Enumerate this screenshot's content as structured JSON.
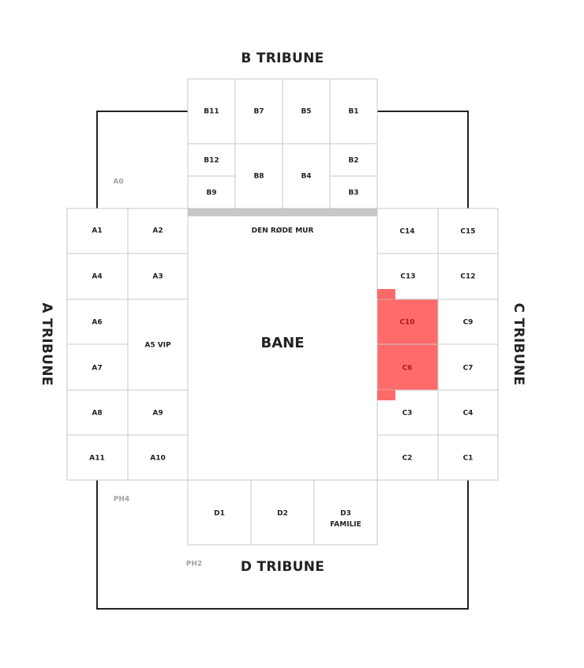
{
  "tribunes": {
    "a": "A TRIBUNE",
    "b": "B TRIBUNE",
    "c": "C TRIBUNE",
    "d": "D TRIBUNE"
  },
  "field": {
    "label": "BANE",
    "wall_label": "DEN RØDE MUR"
  },
  "outer_labels": {
    "a0": "A0",
    "ph4": "PH4",
    "ph2": "PH2"
  },
  "selected_color": "#ff6b6b",
  "sections": {
    "B11": "B11",
    "B7": "B7",
    "B5": "B5",
    "B1": "B1",
    "B12": "B12",
    "B9": "B9",
    "B8": "B8",
    "B4": "B4",
    "B2": "B2",
    "B3": "B3",
    "A1": "A1",
    "A2": "A2",
    "A4": "A4",
    "A3": "A3",
    "A6": "A6",
    "A5": "A5 VIP",
    "A7": "A7",
    "A8": "A8",
    "A9": "A9",
    "A11": "A11",
    "A10": "A10",
    "C14": "C14",
    "C15": "C15",
    "C13": "C13",
    "C12": "C12",
    "C10": "C10",
    "C9": "C9",
    "C6": "C6",
    "C7": "C7",
    "C3": "C3",
    "C4": "C4",
    "C2": "C2",
    "C1": "C1",
    "D1": "D1",
    "D2": "D2",
    "D3_line1": "D3",
    "D3_line2": "FAMILIE"
  },
  "selected_sections": [
    "C10",
    "C6"
  ]
}
